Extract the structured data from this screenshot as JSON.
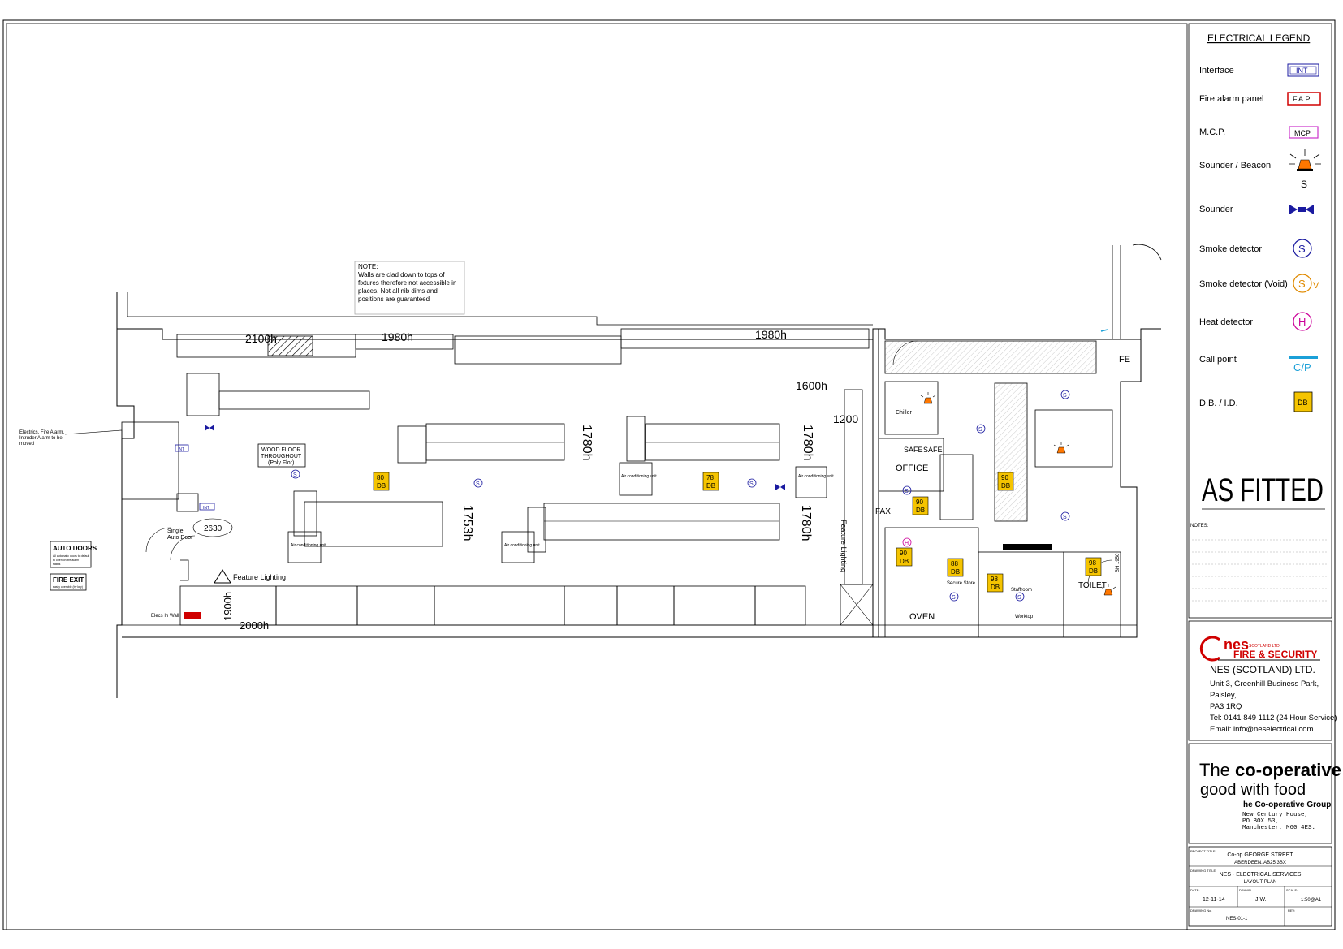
{
  "plan": {
    "note": [
      "NOTE:",
      "Walls are clad down to tops of",
      "fixtures therefore not accessible in",
      "places. Not all nib dims and",
      "positions are guaranteed"
    ],
    "heights": [
      "2100h",
      "1980h",
      "1980h",
      "1600h",
      "1780h",
      "1780h",
      "1753h",
      "1780h",
      "1900h",
      "2000h",
      "1200"
    ],
    "rooms": {
      "chiller": "Chiller",
      "office": "OFFICE",
      "safe1": "SAFE",
      "safe2": "SAFE",
      "fax": "FAX",
      "toilet": "TOILET",
      "staffroom": "Staffroom",
      "worktop": "Worktop",
      "secure_store": "Secure Store",
      "fe": "FE",
      "oven": "OVEN"
    },
    "labels": {
      "wood_floor": [
        "WOOD FLOOR",
        "THROUGHOUT",
        "(Poly Flor)"
      ],
      "feature_lighting": "Feature Lighting",
      "feature_lighting_vertical": "Feature Lighting",
      "single_auto_door": [
        "Single",
        "Auto Door"
      ],
      "dim_2630": "2630",
      "elecs_note": [
        "Electrics, Fire Alarm,",
        "Intruder Alarm to be",
        "moved"
      ],
      "auto_doors": "AUTO DOORS",
      "auto_doors_sub": [
        "All automatic doors to default",
        "to open on fire alarm",
        "status"
      ],
      "fire_exit": "FIRE EXIT",
      "fire_exit_sub": "easily operable (by key)",
      "elecs_in_wall": "Elecs In Wall",
      "air_cond": "Air conditioning unit",
      "bh_1950": "BH 1950"
    },
    "db_boxes": [
      {
        "num": "80",
        "tag": "DB"
      },
      {
        "num": "78",
        "tag": "DB"
      },
      {
        "num": "90",
        "tag": "DB"
      },
      {
        "num": "90",
        "tag": "DB"
      },
      {
        "num": "90",
        "tag": "DB"
      },
      {
        "num": "88",
        "tag": "DB"
      },
      {
        "num": "98",
        "tag": "DB"
      },
      {
        "num": "98",
        "tag": "DB"
      }
    ],
    "symbols": {
      "smoke": "S",
      "int": "INT",
      "heat": "H"
    }
  },
  "legend": {
    "title": "ELECTRICAL LEGEND",
    "items": [
      {
        "label": "Interface",
        "symbol": "INT",
        "color": "#1a1aa0"
      },
      {
        "label": "Fire alarm  panel",
        "symbol": "F.A.P.",
        "color": "#d00000"
      },
      {
        "label": "M.C.P.",
        "symbol": "MCP",
        "color": "#cc33cc"
      },
      {
        "label": "Sounder / Beacon",
        "symbol": "S",
        "color": "#ff7700"
      },
      {
        "label": "Sounder",
        "symbol": "",
        "color": "#1a1aa0"
      },
      {
        "label": "Smoke detector",
        "symbol": "S",
        "color": "#1a1aa0"
      },
      {
        "label": "Smoke detector (Void)",
        "symbol": "S",
        "symbol2": "V",
        "color": "#e08a00"
      },
      {
        "label": "Heat detector",
        "symbol": "H",
        "color": "#cc0099"
      },
      {
        "label": "Call point",
        "symbol": "C/P",
        "color": "#1ba0d8"
      },
      {
        "label": "D.B. / I.D.",
        "symbol": "DB",
        "color": "#f5c400"
      }
    ],
    "as_fitted": "AS FITTED",
    "notes_label": "NOTES:"
  },
  "company": {
    "logo_top": "nes",
    "logo_sub": "SCOTLAND LTD",
    "logo_brand": "FIRE & SECURITY",
    "name": "NES (SCOTLAND) LTD.",
    "address": [
      "Unit 3, Greenhill Business Park,",
      "Paisley,",
      "PA3 1RQ"
    ],
    "tel": "Tel: 0141 849 1112 (24 Hour Service)",
    "email": "Email: info@neselectrical.com"
  },
  "client": {
    "line1_a": "The ",
    "line1_b": "co-operative",
    "line2": "good with food",
    "group": "he Co-operative Group",
    "address": [
      "New Century House,",
      "PO BOX 53,",
      "Manchester, M60 4ES."
    ]
  },
  "title_block": {
    "project_label": "PROJECT TITLE:",
    "project": [
      "Co-op GEORGE STREET",
      "ABERDEEN. AB25 3BX"
    ],
    "drawing_label": "DRAWING TITLE:",
    "drawing": [
      "NES - ELECTRICAL SERVICES",
      "LAYOUT PLAN"
    ],
    "date_label": "DATE:",
    "date": "12-11-14",
    "drawn_label": "DRAWN",
    "drawn": "J.W.",
    "scale_label": "SCALE:",
    "scale": "1:50@A1",
    "number_label": "DRAWING No.",
    "number": "NES-01-1",
    "rev_label": "REV:",
    "rev": ""
  },
  "colors": {
    "db_fill": "#f5c400",
    "smoke_blue": "#1a1aa0",
    "fap_red": "#d00000",
    "call_point": "#1ba0d8",
    "beacon_orange": "#ff7700"
  }
}
